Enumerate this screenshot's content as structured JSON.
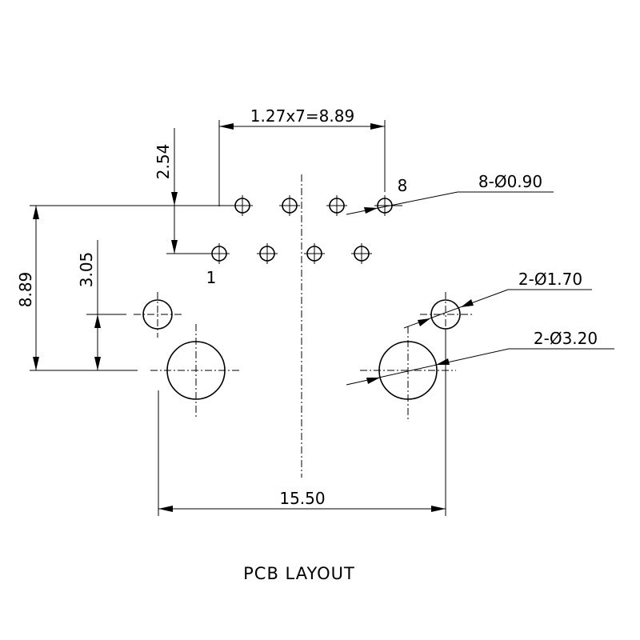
{
  "title": "PCB LAYOUT",
  "dimensions": {
    "pitch_total": "1.27x7=8.89",
    "row_pitch": "2.54",
    "height_total": "8.89",
    "offset_small_hole": "3.05",
    "width_total": "15.50"
  },
  "callouts": {
    "signal_holes": "8-Ø0.90",
    "small_holes": "2-Ø1.70",
    "large_holes": "2-Ø3.20"
  },
  "pin_labels": {
    "first": "1",
    "last": "8"
  }
}
